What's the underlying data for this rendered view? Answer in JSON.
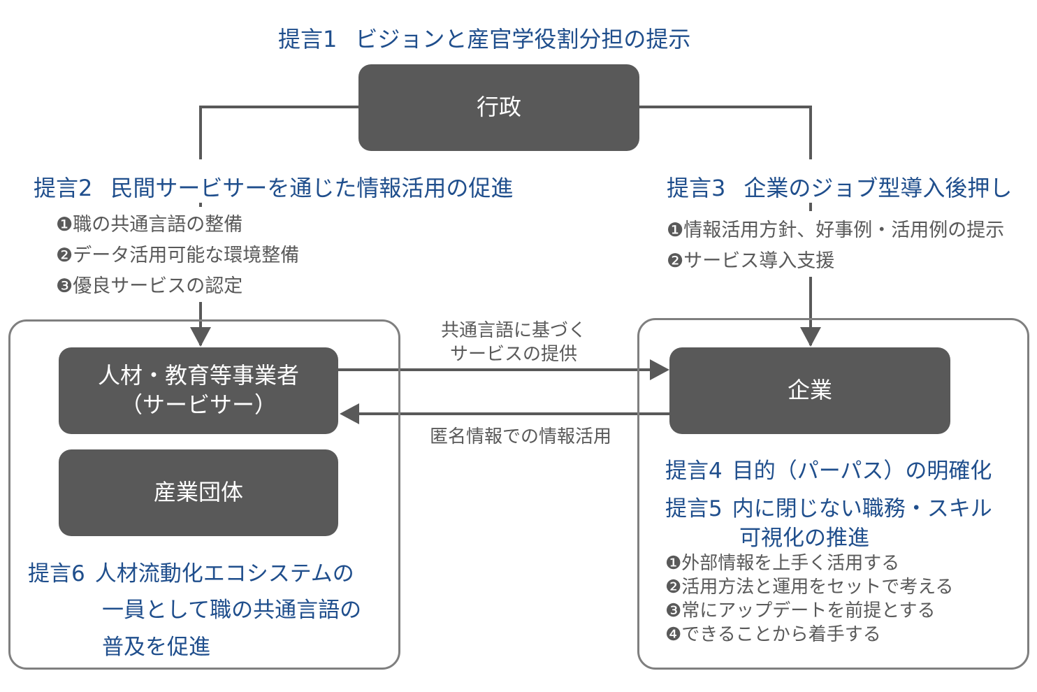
{
  "proposal1": {
    "label": "提言1",
    "text": "ビジョンと産官学役割分担の提示"
  },
  "gov_box": "行政",
  "proposal2": {
    "label": "提言2",
    "text": "民間サービサーを通じた情報活用の促進",
    "items": [
      "❶職の共通言語の整備",
      "❷データ活用可能な環境整備",
      "❸優良サービスの認定"
    ]
  },
  "proposal3": {
    "label": "提言3",
    "text": "企業のジョブ型導入後押し",
    "items": [
      "❶情報活用方針、好事例・活用例の提示",
      "❷サービス導入支援"
    ]
  },
  "hr_box": {
    "line1": "人材・教育等事業者",
    "line2": "（サービサー）"
  },
  "industry_box": "産業団体",
  "company_box": "企業",
  "flow_top": {
    "line1": "共通言語に基づく",
    "line2": "サービスの提供"
  },
  "flow_bottom": "匿名情報での情報活用",
  "proposal4": {
    "label": "提言4",
    "text": "目的（パーパス）の明確化"
  },
  "proposal5": {
    "label": "提言5",
    "line1": "内に閉じない職務・スキル",
    "line2": "可視化の推進",
    "items": [
      "❶外部情報を上手く活用する",
      "❷活用方法と運用をセットで考える",
      "❸常にアップデートを前提とする",
      "❹できることから着手する"
    ]
  },
  "proposal6": {
    "label": "提言6",
    "line1": "人材流動化エコシステムの",
    "line2": "一員として職の共通言語の",
    "line3": "普及を促進"
  },
  "colors": {
    "accent_blue": "#1f4e8c",
    "box_gray": "#595959",
    "frame_gray": "#7f7f7f"
  }
}
